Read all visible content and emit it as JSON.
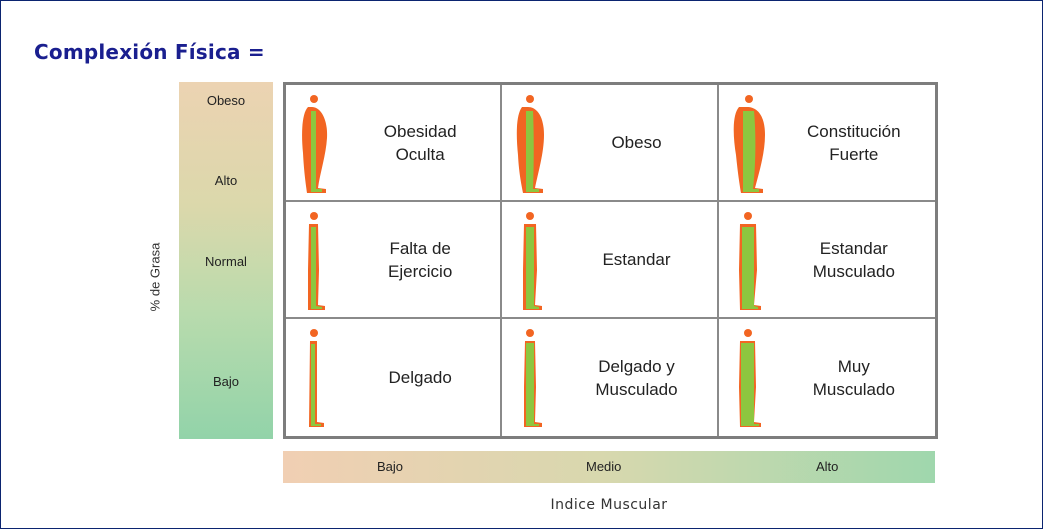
{
  "title": "Complexión Física =",
  "y_axis": {
    "label": "% de Grasa",
    "levels": [
      "Obeso",
      "Alto",
      "Normal",
      "Bajo"
    ]
  },
  "x_axis": {
    "label": "Indice Muscular",
    "levels": [
      "Bajo",
      "Medio",
      "Alto"
    ]
  },
  "matrix": {
    "rows": [
      [
        "Obesidad\nOculta",
        "Obeso",
        "Constitución\nFuerte"
      ],
      [
        "Falta de\nEjercicio",
        "Estandar",
        "Estandar\nMusculado"
      ],
      [
        "Delgado",
        "Delgado y\nMusculado",
        "Muy\nMusculado"
      ]
    ]
  },
  "figure_icon": "person-silhouette-icon",
  "colors": {
    "title": "#1a1f8f",
    "fat": "#f26522",
    "muscle": "#8dc63f",
    "grid_border": "#7d7d7d",
    "frame": "#0b2470"
  }
}
